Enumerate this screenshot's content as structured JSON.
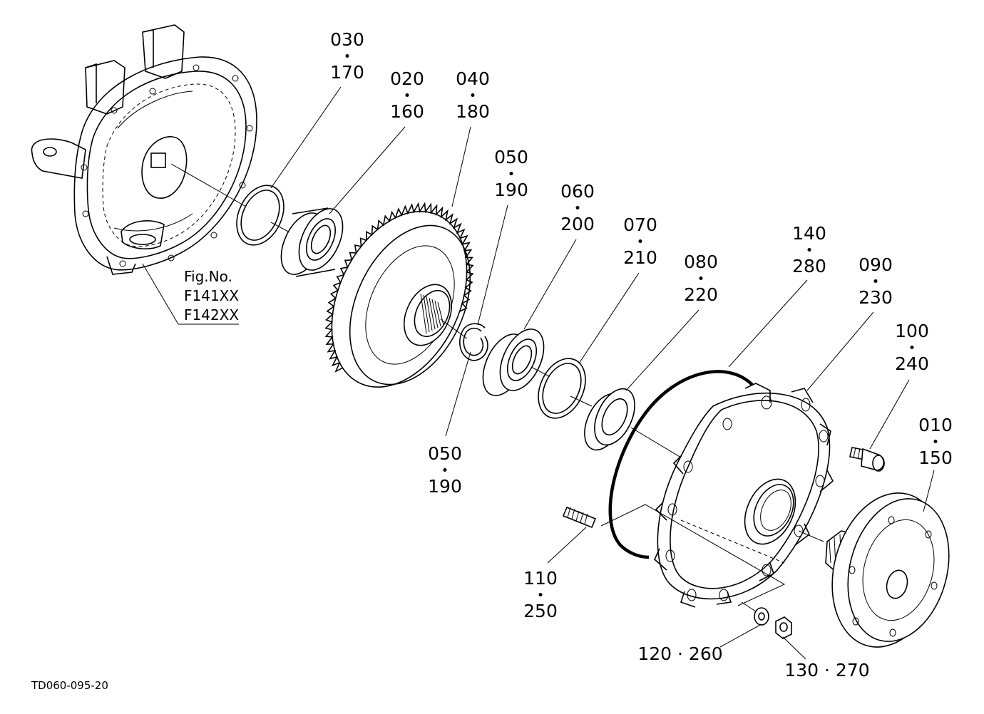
{
  "fig_ref": {
    "title": "Fig.No.",
    "lines": [
      "F141XX",
      "F142XX"
    ]
  },
  "drawing_code": "TD060-095-20",
  "callouts": [
    {
      "id": "c-030",
      "top": "030",
      "bottom": "170"
    },
    {
      "id": "c-020",
      "top": "020",
      "bottom": "160"
    },
    {
      "id": "c-040",
      "top": "040",
      "bottom": "180"
    },
    {
      "id": "c-050a",
      "top": "050",
      "bottom": "190"
    },
    {
      "id": "c-060",
      "top": "060",
      "bottom": "200"
    },
    {
      "id": "c-070",
      "top": "070",
      "bottom": "210"
    },
    {
      "id": "c-080",
      "top": "080",
      "bottom": "220"
    },
    {
      "id": "c-140",
      "top": "140",
      "bottom": "280"
    },
    {
      "id": "c-090",
      "top": "090",
      "bottom": "230"
    },
    {
      "id": "c-100",
      "top": "100",
      "bottom": "240"
    },
    {
      "id": "c-010",
      "top": "010",
      "bottom": "150"
    },
    {
      "id": "c-050b",
      "top": "050",
      "bottom": "190"
    },
    {
      "id": "c-110",
      "top": "110",
      "bottom": "250"
    }
  ],
  "inline_callouts": [
    {
      "id": "c-120",
      "text": "120 · 260"
    },
    {
      "id": "c-130",
      "text": "130 · 270"
    }
  ]
}
